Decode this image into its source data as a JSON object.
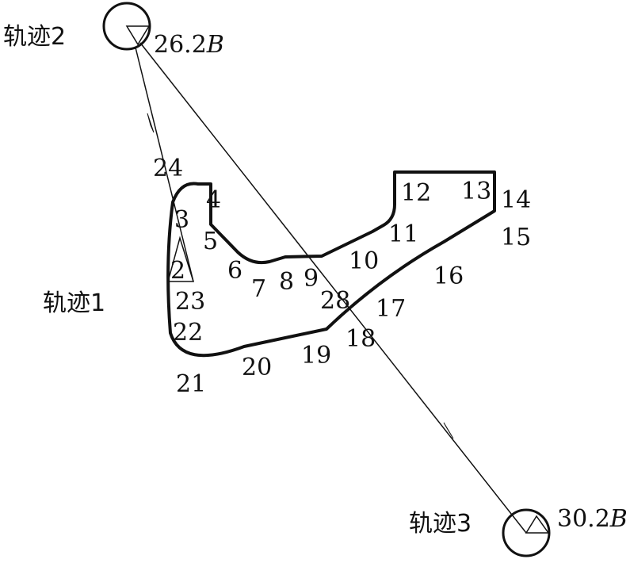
{
  "trajectories": {
    "t1": "轨迹1",
    "t2": "轨迹2",
    "t3": "轨迹3"
  },
  "values": {
    "upper": "26.2",
    "lower": "30.2",
    "unit": "B"
  },
  "points": {
    "p2": "2",
    "p3": "3",
    "p4": "4",
    "p5": "5",
    "p6": "6",
    "p7": "7",
    "p8": "8",
    "p9": "9",
    "p10": "10",
    "p11": "11",
    "p12": "12",
    "p13": "13",
    "p14": "14",
    "p15": "15",
    "p16": "16",
    "p17": "17",
    "p18": "18",
    "p19": "19",
    "p20": "20",
    "p21": "21",
    "p22": "22",
    "p23": "23",
    "p24": "24",
    "p28": "28"
  }
}
